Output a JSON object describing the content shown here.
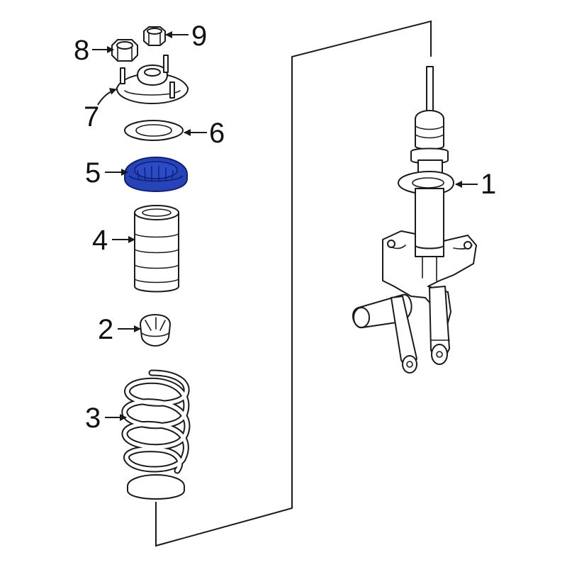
{
  "callouts": [
    {
      "id": "1",
      "label": "1"
    },
    {
      "id": "2",
      "label": "2"
    },
    {
      "id": "3",
      "label": "3"
    },
    {
      "id": "4",
      "label": "4"
    },
    {
      "id": "5",
      "label": "5"
    },
    {
      "id": "6",
      "label": "6"
    },
    {
      "id": "7",
      "label": "7"
    },
    {
      "id": "8",
      "label": "8"
    },
    {
      "id": "9",
      "label": "9"
    }
  ],
  "colors": {
    "highlight": "#2643b8",
    "highlight_dark": "#0d1f78",
    "line": "#1a1a1a",
    "background": "#ffffff"
  }
}
